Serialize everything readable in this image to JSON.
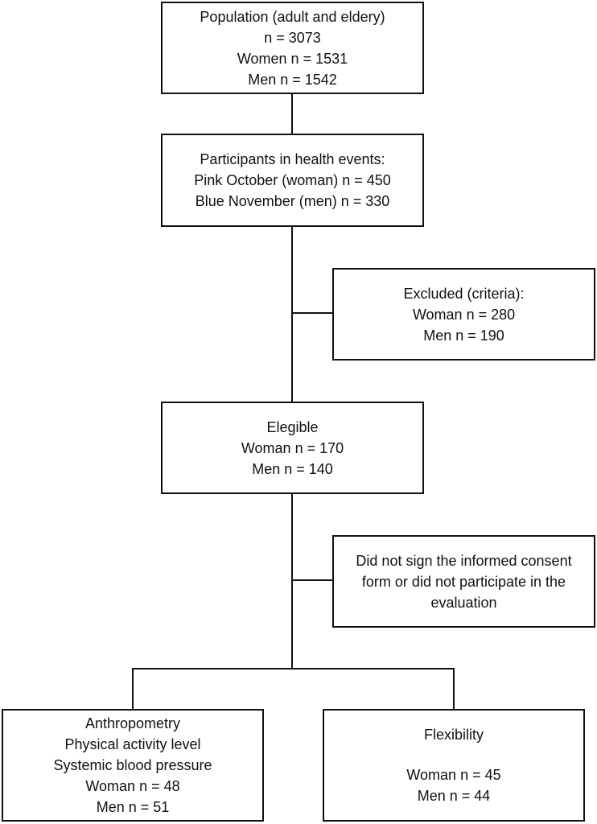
{
  "diagram": {
    "population": {
      "lines": [
        "Population (adult and eldery)",
        "n = 3073",
        "Women n = 1531",
        "Men n = 1542"
      ]
    },
    "participants": {
      "lines": [
        "Participants in health events:",
        "Pink October (woman) n = 450",
        "Blue November (men) n = 330"
      ]
    },
    "excluded": {
      "lines": [
        "Excluded (criteria):",
        "Woman n = 280",
        "Men n = 190"
      ]
    },
    "eligible": {
      "lines": [
        "Elegible",
        "Woman n = 170",
        "Men n = 140"
      ]
    },
    "consent": {
      "lines": [
        "Did not sign the informed consent",
        "form or did not participate in the",
        "evaluation"
      ]
    },
    "anthropometry": {
      "lines": [
        "Anthropometry",
        "Physical activity level",
        "Systemic blood pressure",
        "Woman n = 48",
        "Men n = 51"
      ]
    },
    "flexibility": {
      "title": "Flexibility",
      "lines": [
        "Woman n = 45",
        "Men n = 44"
      ]
    },
    "colors": {
      "stroke": "#111111",
      "background": "#ffffff"
    }
  }
}
